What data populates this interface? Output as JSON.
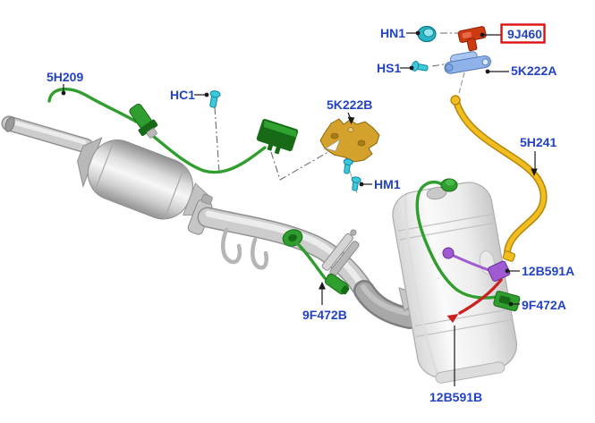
{
  "diagram": {
    "kind": "exhaust-system-parts-diagram",
    "background": "#ffffff",
    "highlighted_part": "9J460"
  },
  "colors": {
    "label-blue": "#2343c3",
    "highlight-red": "#dd1111",
    "part-green": "#2f9e2f",
    "part-green-dark": "#176b17",
    "part-gold": "#d4a12c",
    "part-blue": "#8fb2e8",
    "part-red": "#cd3a12",
    "part-cyan": "#3cc9dc",
    "part-purple": "#a05ad2",
    "part-yellow": "#f0be1e",
    "part-yellow-dark": "#b8860b",
    "wire-red": "#cc2020",
    "pipe-gray": "#cdcdcd"
  },
  "parts": [
    {
      "code": "5H209",
      "part_color": "green",
      "highlighted": false
    },
    {
      "code": "HC1",
      "part_color": "cyan",
      "highlighted": false
    },
    {
      "code": "5K222B",
      "part_color": "gold",
      "highlighted": false
    },
    {
      "code": "HM1",
      "part_color": "cyan",
      "highlighted": false
    },
    {
      "code": "HN1",
      "part_color": "teal",
      "highlighted": false
    },
    {
      "code": "HS1",
      "part_color": "cyan",
      "highlighted": false
    },
    {
      "code": "9J460",
      "part_color": "red",
      "highlighted": true
    },
    {
      "code": "5K222A",
      "part_color": "blue",
      "highlighted": false
    },
    {
      "code": "5H241",
      "part_color": "yellow",
      "highlighted": false
    },
    {
      "code": "12B591A",
      "part_color": "purple",
      "highlighted": false
    },
    {
      "code": "9F472A",
      "part_color": "green",
      "highlighted": false
    },
    {
      "code": "9F472B",
      "part_color": "green",
      "highlighted": false
    },
    {
      "code": "12B591B",
      "part_color": "red",
      "highlighted": false
    }
  ]
}
